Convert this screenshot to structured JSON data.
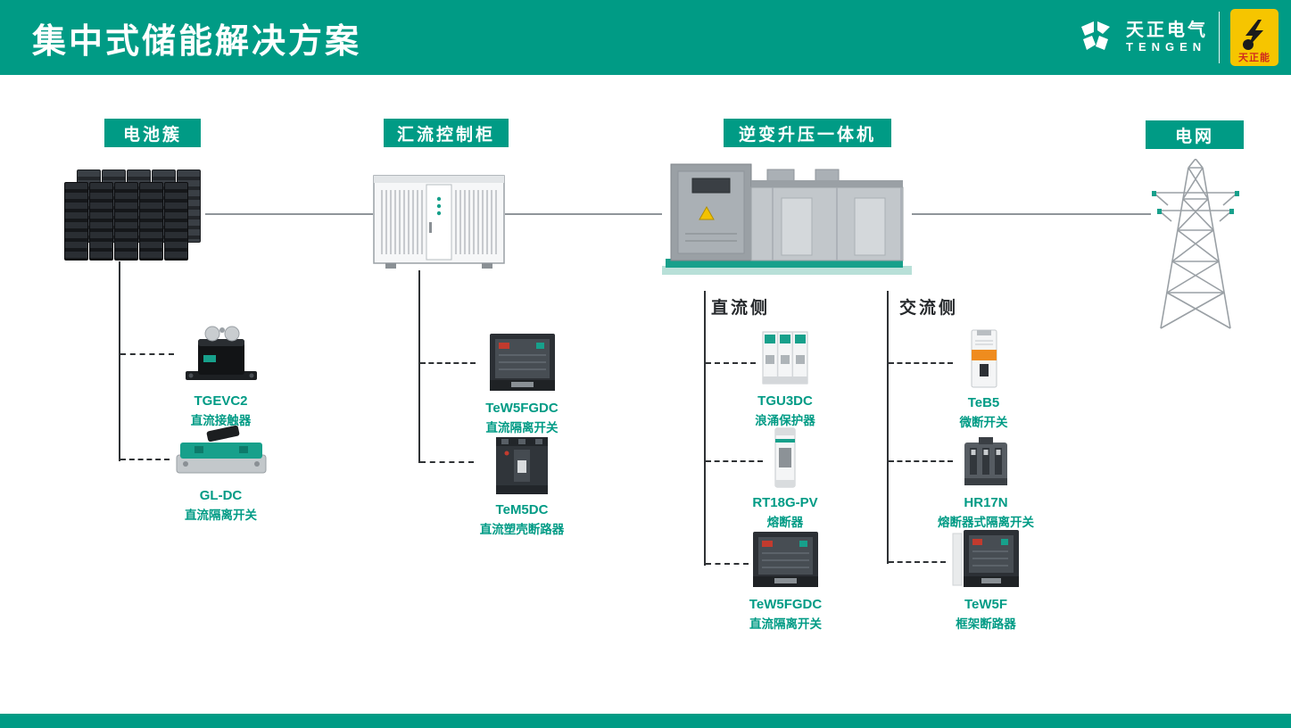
{
  "slide": {
    "title": "集中式储能解决方案"
  },
  "brand": {
    "cn": "天正电气",
    "en": "TENGEN",
    "badge": "天正能"
  },
  "nodes": [
    {
      "label": "电池簇"
    },
    {
      "label": "汇流控制柜"
    },
    {
      "label": "逆变升压一体机"
    },
    {
      "label": "电网"
    }
  ],
  "sides": {
    "dc": "直流侧",
    "ac": "交流侧"
  },
  "products": [
    {
      "name": "TGEVC2",
      "desc": "直流接触器"
    },
    {
      "name": "GL-DC",
      "desc": "直流隔离开关"
    },
    {
      "name": "TeW5FGDC",
      "desc": "直流隔离开关"
    },
    {
      "name": "TeM5DC",
      "desc": "直流塑壳断路器"
    },
    {
      "name": "TGU3DC",
      "desc": "浪涌保护器"
    },
    {
      "name": "RT18G-PV",
      "desc": "熔断器"
    },
    {
      "name": "TeW5FGDC",
      "desc": "直流隔离开关"
    },
    {
      "name": "TeB5",
      "desc": "微断开关"
    },
    {
      "name": "HR17N",
      "desc": "熔断器式隔离开关"
    },
    {
      "name": "TeW5F",
      "desc": "框架断路器"
    }
  ],
  "colors": {
    "accent": "#009B85",
    "badge_yellow": "#F6C500",
    "line_gray": "#8F959A"
  }
}
